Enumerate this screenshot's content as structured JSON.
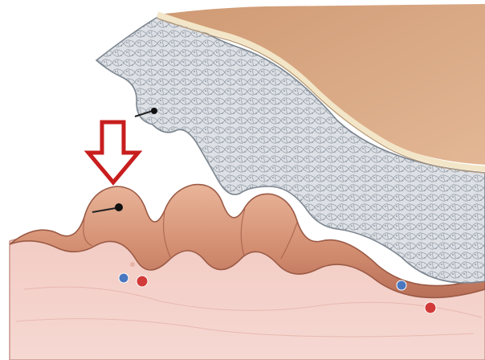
{
  "diagram": {
    "parts": [
      {
        "id": "overlying-tissue",
        "kind": "cellular-layer"
      },
      {
        "id": "dome-cap",
        "kind": "smooth-surface"
      },
      {
        "id": "folded-epithelium",
        "kind": "ridged-surface"
      },
      {
        "id": "connective-tissue",
        "kind": "base-layer"
      },
      {
        "id": "arrow",
        "kind": "pointer"
      },
      {
        "id": "blood-cells",
        "kind": "cells"
      }
    ],
    "colors": {
      "cellular_layer": "#d9dde3",
      "cell_outline": "#9aa3ad",
      "dome": "#d8a47e",
      "dome_rim": "#f3e6c8",
      "ridge": "#d79a7c",
      "ridge_shadow": "#b8705a",
      "base": "#f1c8c1",
      "arrow": "#c81e1e",
      "red_cell": "#d23a3a",
      "blue_cell": "#4a78c0"
    }
  }
}
